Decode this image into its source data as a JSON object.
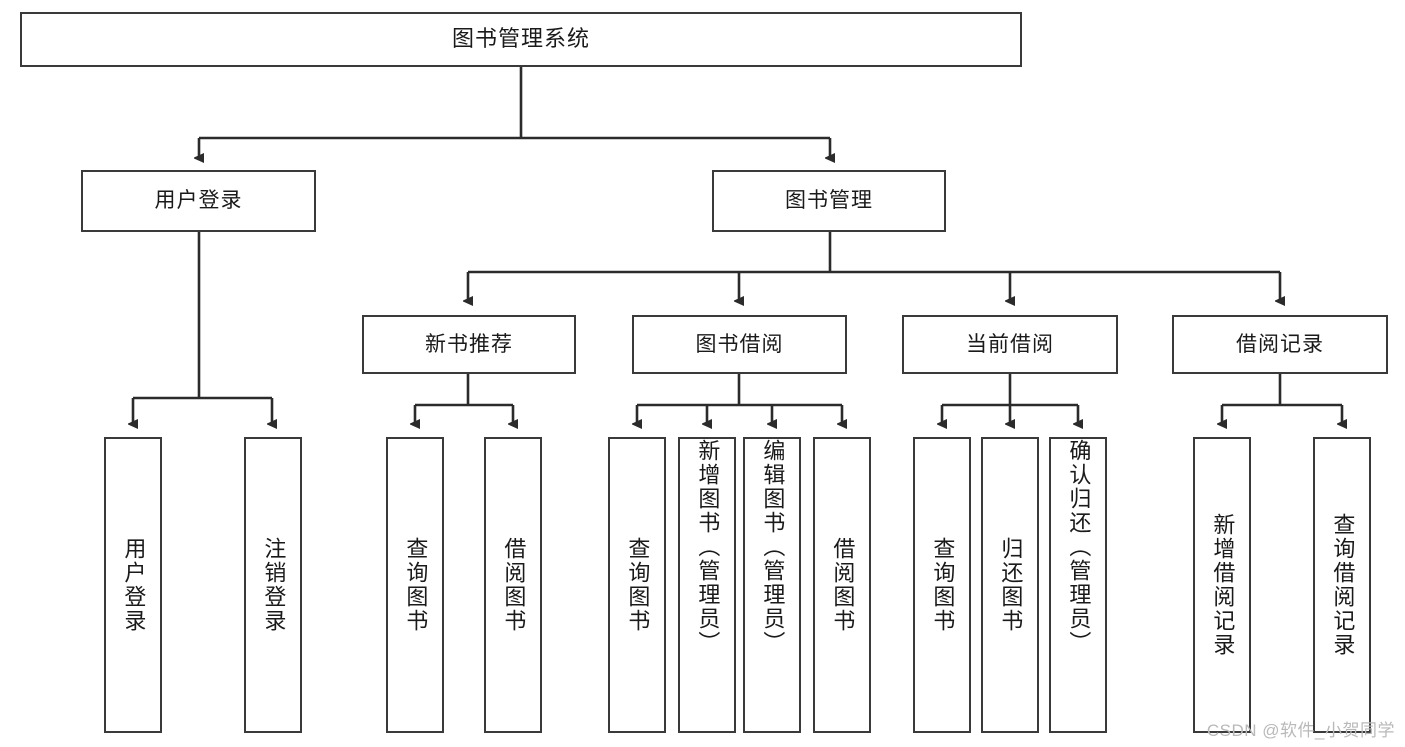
{
  "diagram": {
    "title": "图书管理系统",
    "type": "tree",
    "style": {
      "box_border": "#3a3a3a",
      "box_fill": "#ffffff",
      "line": "#2b2b2b",
      "text": "#1a1a1a",
      "watermark": "#b9b9b9"
    },
    "levels": {
      "root": {
        "label": "图书管理系统"
      },
      "level2": [
        {
          "id": "user-login",
          "label": "用户登录"
        },
        {
          "id": "book-manage",
          "label": "图书管理"
        }
      ],
      "level3": [
        {
          "id": "new-book-recommend",
          "label": "新书推荐"
        },
        {
          "id": "book-borrow",
          "label": "图书借阅"
        },
        {
          "id": "current-borrow",
          "label": "当前借阅"
        },
        {
          "id": "borrow-record",
          "label": "借阅记录"
        }
      ],
      "leaves": {
        "user-login": [
          {
            "id": "leaf-user-login",
            "label": "用户登录"
          },
          {
            "id": "leaf-logout",
            "label": "注销登录"
          }
        ],
        "new-book-recommend": [
          {
            "id": "leaf-query-book-1",
            "label": "查询图书"
          },
          {
            "id": "leaf-borrow-book-1",
            "label": "借阅图书"
          }
        ],
        "book-borrow": [
          {
            "id": "leaf-query-book-2",
            "label": "查询图书"
          },
          {
            "id": "leaf-add-book",
            "label": "新增图书（管理员）"
          },
          {
            "id": "leaf-edit-book",
            "label": "编辑图书（管理员）"
          },
          {
            "id": "leaf-borrow-book-2",
            "label": "借阅图书"
          }
        ],
        "current-borrow": [
          {
            "id": "leaf-query-book-3",
            "label": "查询图书"
          },
          {
            "id": "leaf-return-book",
            "label": "归还图书"
          },
          {
            "id": "leaf-confirm-return",
            "label": "确认归还（管理员）"
          }
        ],
        "borrow-record": [
          {
            "id": "leaf-add-record",
            "label": "新增借阅记录"
          },
          {
            "id": "leaf-query-record",
            "label": "查询借阅记录"
          }
        ]
      }
    }
  },
  "watermark": {
    "text": "CSDN @软件_小贺同学"
  }
}
